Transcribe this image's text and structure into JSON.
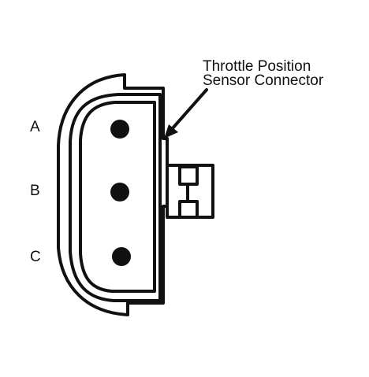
{
  "callout": {
    "line1": "Throttle Position",
    "line2": "Sensor Connector"
  },
  "pins": [
    {
      "label": "A"
    },
    {
      "label": "B"
    },
    {
      "label": "C"
    }
  ],
  "colors": {
    "ink": "#111111",
    "background": "#ffffff"
  }
}
